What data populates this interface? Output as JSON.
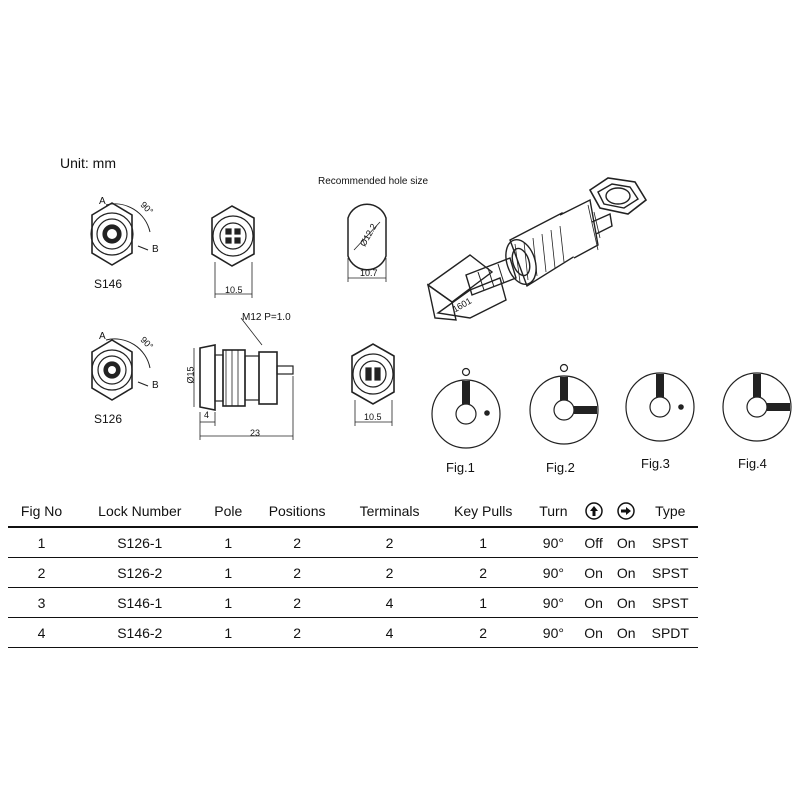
{
  "unit_label": "Unit: mm",
  "hole_title": "Recommended hole size",
  "models": {
    "top": "S146",
    "bottom": "S126"
  },
  "marks": {
    "a": "A",
    "b": "B",
    "angle": "90°",
    "angle2": "90°",
    "a2": "A",
    "b2": "B"
  },
  "dims": {
    "width_front": "10.5",
    "hole_width": "10.7",
    "hole_dia": "Ø12.2",
    "thread": "M12  P=1.0",
    "dia_side": "Ø15",
    "flange": "4",
    "length": "23",
    "width_back": "10.5"
  },
  "figures": [
    "Fig.1",
    "Fig.2",
    "Fig.3",
    "Fig.4"
  ],
  "key_text": "1601",
  "table": {
    "headers": {
      "fig_no": "Fig No",
      "lock_number": "Lock Number",
      "pole": "Pole",
      "positions": "Positions",
      "terminals": "Terminals",
      "key_pulls": "Key Pulls",
      "turn": "Turn",
      "type": "Type"
    },
    "header_icons": [
      "arrow-up-circle-icon",
      "arrow-right-circle-icon"
    ],
    "rows": [
      {
        "fig": "1",
        "lock": "S126-1",
        "pole": "1",
        "positions": "2",
        "terminals": "2",
        "key_pulls": "1",
        "turn": "90°",
        "up": "Off",
        "right": "On",
        "type": "SPST"
      },
      {
        "fig": "2",
        "lock": "S126-2",
        "pole": "1",
        "positions": "2",
        "terminals": "2",
        "key_pulls": "2",
        "turn": "90°",
        "up": "On",
        "right": "On",
        "type": "SPST"
      },
      {
        "fig": "3",
        "lock": "S146-1",
        "pole": "1",
        "positions": "2",
        "terminals": "4",
        "key_pulls": "1",
        "turn": "90°",
        "up": "On",
        "right": "On",
        "type": "SPST"
      },
      {
        "fig": "4",
        "lock": "S146-2",
        "pole": "1",
        "positions": "2",
        "terminals": "4",
        "key_pulls": "2",
        "turn": "90°",
        "up": "On",
        "right": "On",
        "type": "SPDT"
      }
    ]
  }
}
